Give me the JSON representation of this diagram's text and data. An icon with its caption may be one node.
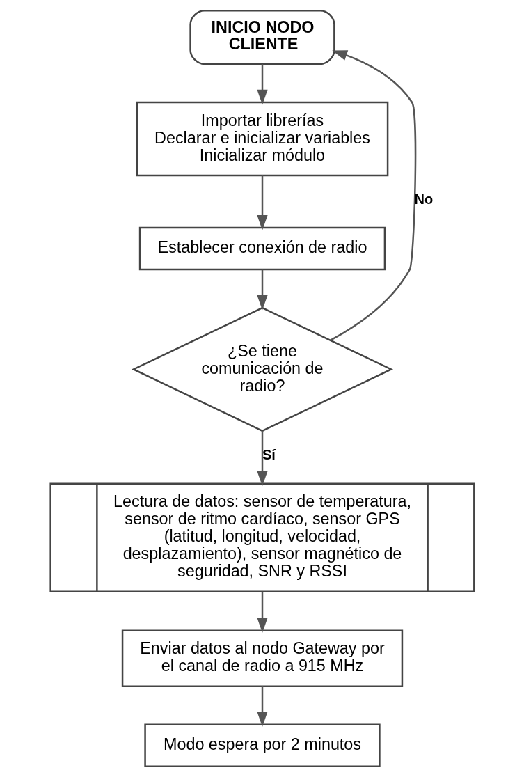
{
  "diagram": {
    "nodes": [
      {
        "text": [
          "INICIO NODO CLIENTE"
        ]
      },
      {
        "text": [
          "Importar librerías",
          "Declarar e inicializar variables",
          "Inicializar módulo"
        ]
      },
      {
        "text": [
          "Establecer conexión de radio"
        ]
      },
      {
        "text": [
          "¿Se tiene comunicación de radio?"
        ]
      },
      {
        "text": [
          "Lectura de datos: sensor de temperatura, sensor de ritmo cardíaco, sensor GPS (latitud, longitud, velocidad, desplazamiento), sensor magnético de seguridad, SNR y RSSI"
        ]
      },
      {
        "text": [
          "Enviar datos al nodo Gateway por el canal de radio a 915 MHz"
        ]
      },
      {
        "text": [
          "Modo espera por 2 minutos"
        ]
      }
    ],
    "edges": [
      {
        "from": 0,
        "to": 1,
        "arrow": "to"
      },
      {
        "from": 1,
        "to": 2,
        "arrow": "to"
      },
      {
        "from": 2,
        "to": 3,
        "arrow": "to"
      },
      {
        "from": 3,
        "to": 0,
        "arrow": "to",
        "label": "No"
      },
      {
        "from": 3,
        "to": 4,
        "arrow": "to",
        "label": "Sí"
      },
      {
        "from": 4,
        "to": 5,
        "arrow": "to"
      },
      {
        "from": 5,
        "to": 6,
        "arrow": "to"
      }
    ]
  }
}
